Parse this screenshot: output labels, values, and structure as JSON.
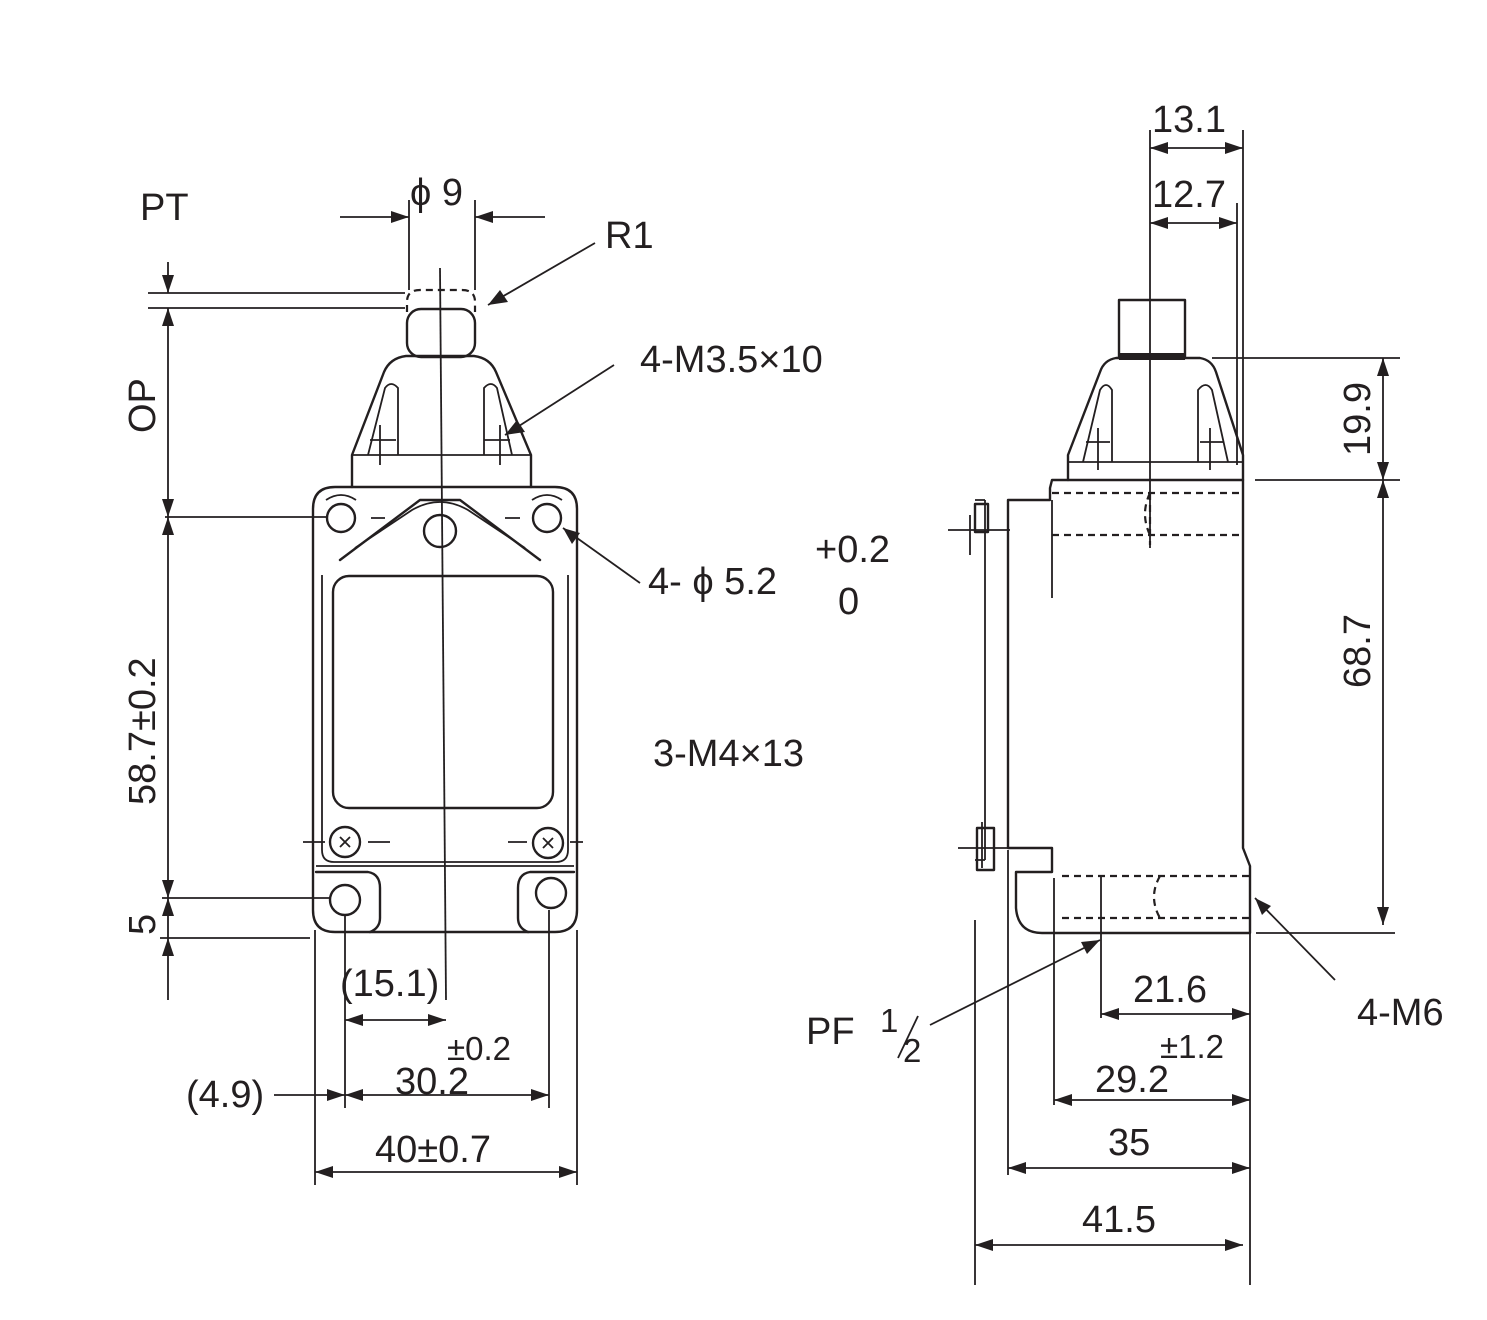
{
  "front_view": {
    "pt": "PT",
    "phi9": "ϕ 9",
    "r1": "R1",
    "op": "OP",
    "screw_note": "4-M3.5×10",
    "hole_note": "4- ϕ 5.2",
    "tol_plus": "+0.2",
    "tol_zero": "0",
    "mount_note": "3-M4×13",
    "height": "58.7±0.2",
    "bottom_gap": "5",
    "offset": "(15.1)",
    "tol_02": "±0.2",
    "hole_pitch": "30.2",
    "edge": "(4.9)",
    "width": "40±0.7"
  },
  "side_view": {
    "top1": "13.1",
    "top2": "12.7",
    "head_height": "19.9",
    "body_height": "68.7",
    "depth1": "21.6",
    "tol_12": "±1.2",
    "depth2": "29.2",
    "depth3": "35",
    "depth4": "41.5",
    "conduit": "PF",
    "conduit_num": "1",
    "conduit_den": "2",
    "thread_note": "4-M6"
  }
}
